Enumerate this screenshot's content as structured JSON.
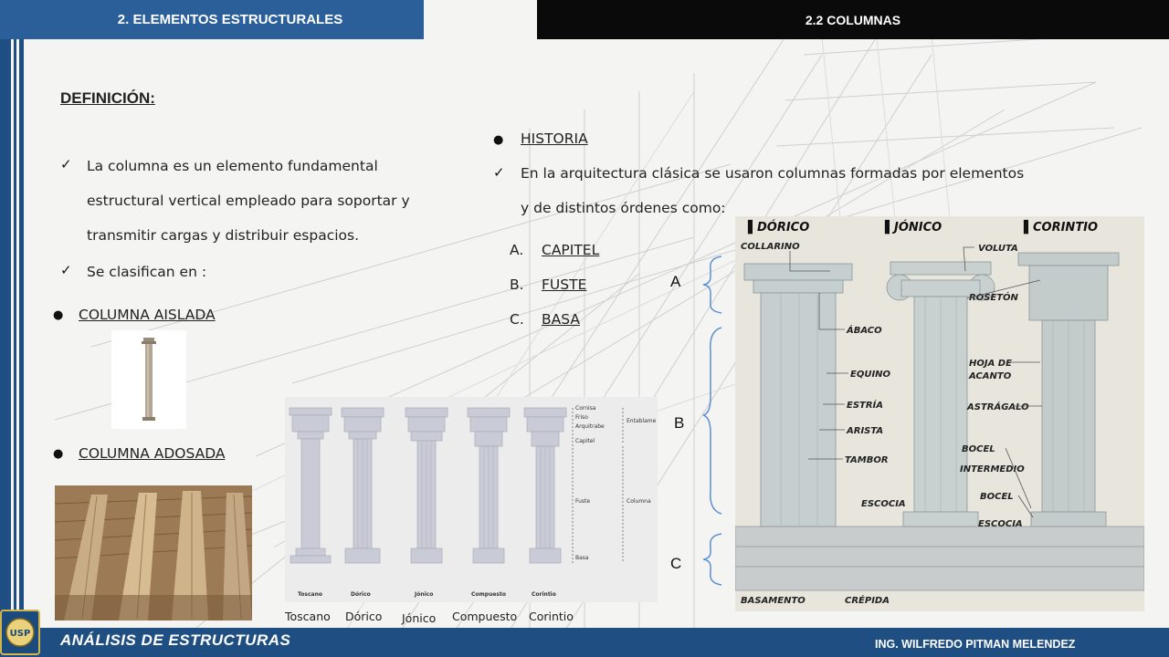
{
  "header": {
    "section": "2. ELEMENTOS ESTRUCTURALES",
    "subsection": "2.2 COLUMNAS"
  },
  "definition": {
    "heading": "DEFINICIÓN:",
    "paragraph_lines": [
      "La columna es un elemento fundamental",
      "estructural vertical empleado para soportar y",
      "transmitir cargas y distribuir espacios."
    ],
    "classify": "Se clasifican en :",
    "types": [
      "COLUMNA AISLADA",
      "COLUMNA ADOSADA"
    ]
  },
  "history": {
    "title": "HISTORIA",
    "lines": [
      "En la arquitectura clásica se usaron columnas formadas por elementos",
      "y de distintos órdenes como:"
    ],
    "parts": [
      {
        "marker": "A.",
        "label": "CAPITEL"
      },
      {
        "marker": "B.",
        "label": "FUSTE"
      },
      {
        "marker": "C.",
        "label": "BASA"
      }
    ]
  },
  "brace_labels": [
    "A",
    "B",
    "C"
  ],
  "orders_figure": {
    "orders": [
      "Toscano",
      "Dórico",
      "Jónico",
      "Compuesto",
      "Corintio"
    ],
    "parts": [
      "Cornisa",
      "Friso",
      "Arquitrabe",
      "Capitel",
      "Fuste",
      "Basa"
    ],
    "groups": [
      "Entablame",
      "Columna"
    ]
  },
  "classic_figure": {
    "orders": [
      "DÓRICO",
      "JÓNICO",
      "CORINTIO"
    ],
    "labels": [
      "COLLARINO",
      "ÁBACO",
      "EQUINO",
      "ESTRÍA",
      "ARISTA",
      "TAMBOR",
      "ESCOCIA",
      "VOLUTA",
      "ROSETÓN",
      "HOJA DE",
      "ACANTO",
      "ASTRÁGALO",
      "BOCEL",
      "INTERMEDIO",
      "BOCEL",
      "ESCOCIA",
      "BASAMENTO",
      "CRÉPIDA"
    ]
  },
  "footer": {
    "course": "ANÁLISIS DE ESTRUCTURAS",
    "author": "ING. WILFREDO PITMAN MELENDEZ",
    "logo_text": "USP"
  }
}
